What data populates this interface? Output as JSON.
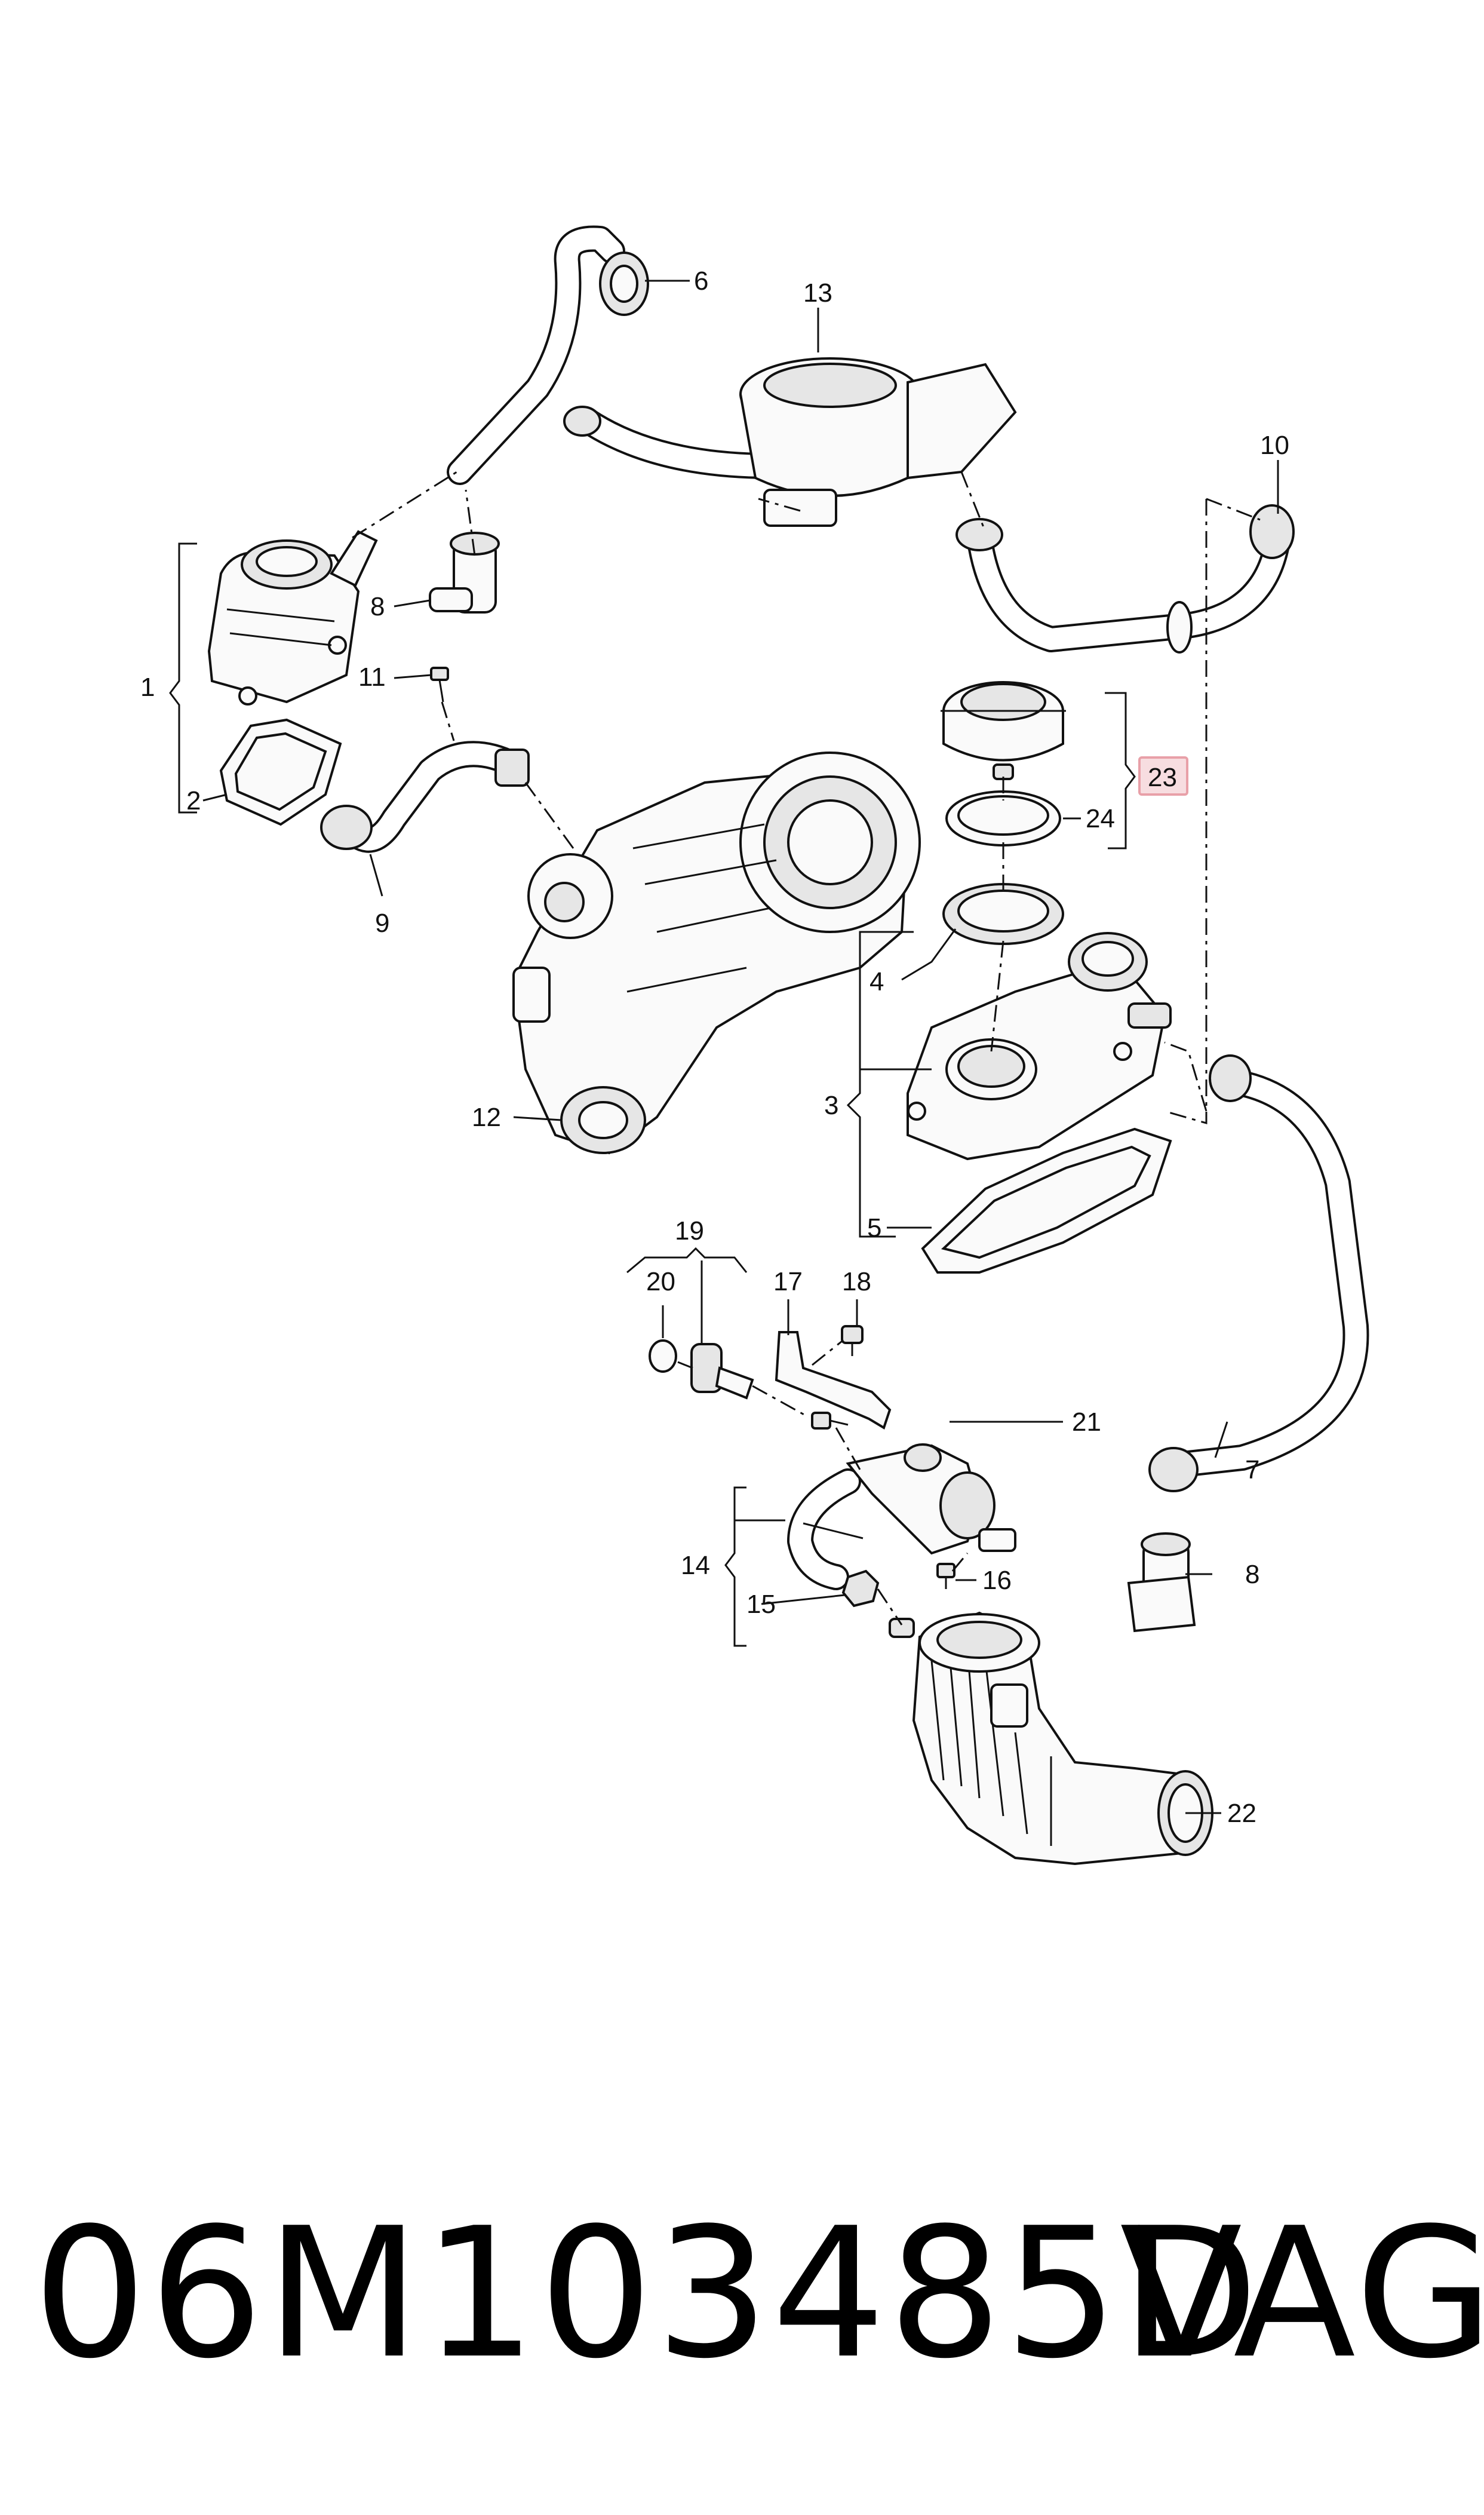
{
  "diagram": {
    "callouts": {
      "c1": "1",
      "c2": "2",
      "c3": "3",
      "c4": "4",
      "c5": "5",
      "c6": "6",
      "c7": "7",
      "c8a": "8",
      "c8b": "8",
      "c9": "9",
      "c10": "10",
      "c11": "11",
      "c12": "12",
      "c13": "13",
      "c14": "14",
      "c15": "15",
      "c16": "16",
      "c17": "17",
      "c18": "18",
      "c19": "19",
      "c20": "20",
      "c21": "21",
      "c22": "22",
      "c23": "23",
      "c24": "24"
    },
    "highlight_color": "#e8a0a8",
    "highlight_fill": "#f7dde0"
  },
  "footer": {
    "part_number": "06M103485D",
    "brand": "VAG"
  }
}
